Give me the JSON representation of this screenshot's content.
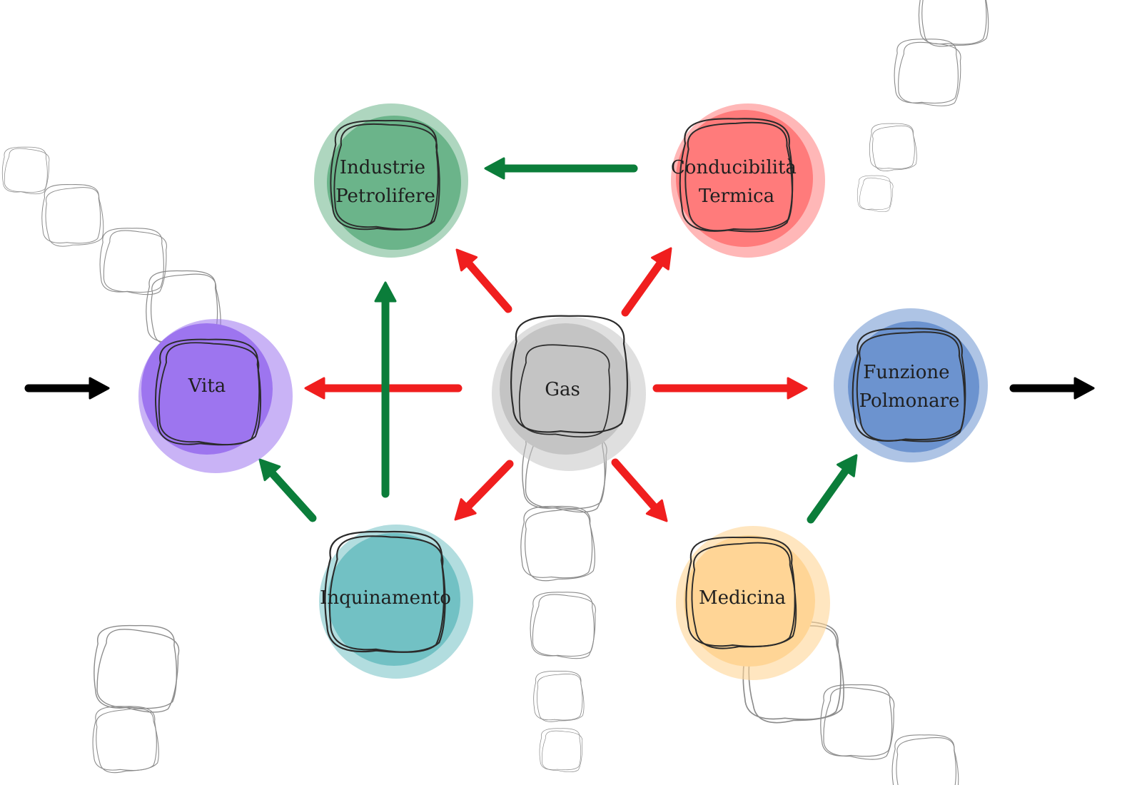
{
  "nodes": {
    "gas": {
      "label": [
        "Gas"
      ],
      "color": "#c4c4c4"
    },
    "industrie": {
      "label": [
        "Industrie",
        "Petrolifere"
      ],
      "color": "#6bb48a"
    },
    "conducibilita": {
      "label": [
        "Conducibilità",
        "Termica"
      ],
      "color": "#ff7b7b"
    },
    "vita": {
      "label": [
        "Vita"
      ],
      "color": "#9d75ef"
    },
    "funzione": {
      "label": [
        "Funzione",
        "Polmonare"
      ],
      "color": "#6c93cf"
    },
    "inquinamento": {
      "label": [
        "Inquinamento"
      ],
      "color": "#72c1c4"
    },
    "medicina": {
      "label": [
        "Medicina"
      ],
      "color": "#ffd596"
    }
  },
  "colors": {
    "arrow_red": "#f01e1e",
    "arrow_green": "#0b7d3a",
    "arrow_black": "#000000",
    "scribble": "#777777"
  },
  "edges": [
    {
      "from": "conducibilita",
      "to": "industrie",
      "color": "green"
    },
    {
      "from": "gas",
      "to": "industrie",
      "color": "red"
    },
    {
      "from": "gas",
      "to": "conducibilita",
      "color": "red"
    },
    {
      "from": "gas",
      "to": "vita",
      "color": "red"
    },
    {
      "from": "gas",
      "to": "funzione",
      "color": "red"
    },
    {
      "from": "gas",
      "to": "inquinamento",
      "color": "red"
    },
    {
      "from": "gas",
      "to": "medicina",
      "color": "red"
    },
    {
      "from": "inquinamento",
      "to": "industrie",
      "color": "green"
    },
    {
      "from": "inquinamento",
      "to": "vita",
      "color": "green"
    },
    {
      "from": "medicina",
      "to": "funzione",
      "color": "green"
    },
    {
      "from": "left-edge",
      "to": "vita",
      "color": "black"
    },
    {
      "from": "funzione",
      "to": "right-edge",
      "color": "black"
    }
  ]
}
